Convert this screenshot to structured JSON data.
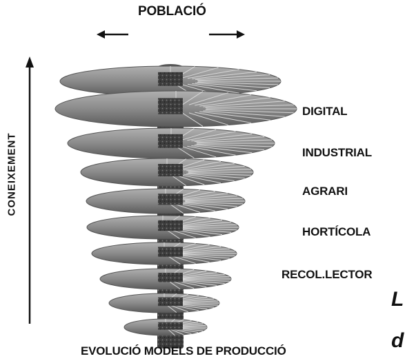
{
  "diagram": {
    "top_label": "POBLACIÓ",
    "bottom_label": "EVOLUCIÓ MODELS DE PRODUCCIÓ",
    "axis_label": "CONEIXEMENT",
    "eras": [
      "DIGITAL",
      "INDUSTRIAL",
      "AGRARI",
      "HORTÍCOLA",
      "RECOL.LECTOR"
    ],
    "right_edge_fragments": [
      "L",
      "d"
    ]
  },
  "colors": {
    "ink": "#111111",
    "disc": "#8c8c8c",
    "disc_dark": "#4a4a4a",
    "column": "#3a3a3a"
  }
}
